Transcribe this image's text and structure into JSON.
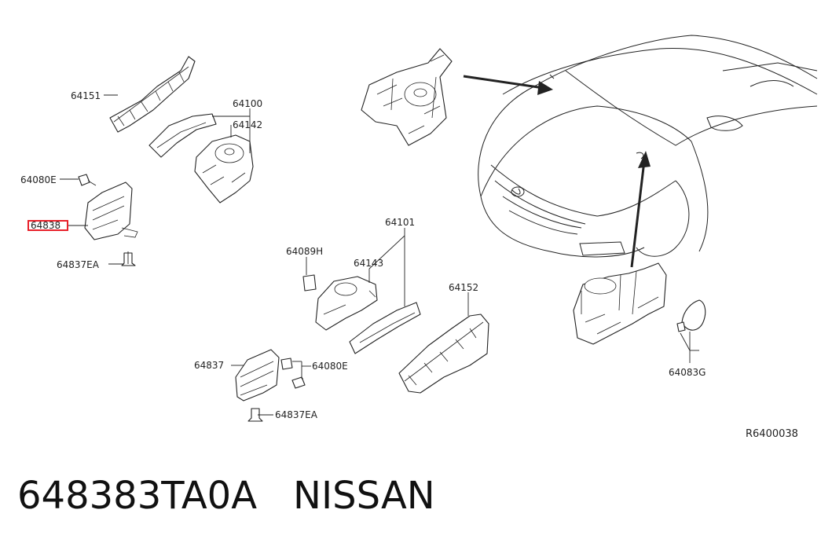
{
  "diagram": {
    "labels": {
      "p64151": "64151",
      "p64100": "64100",
      "p64142": "64142",
      "p64080e_top": "64080E",
      "p64838_highlighted": "64838",
      "p64837ea_top": "64837EA",
      "p64101": "64101",
      "p64089h": "64089H",
      "p64143": "64143",
      "p64152": "64152",
      "p64837": "64837",
      "p64080e_bottom": "64080E",
      "p64837ea_bottom": "64837EA",
      "p64083g": "64083G"
    },
    "diagram_code": "R6400038",
    "highlight_color": "#e8202a"
  },
  "caption": {
    "part_number": "648383TA0A",
    "brand": "NISSAN"
  }
}
